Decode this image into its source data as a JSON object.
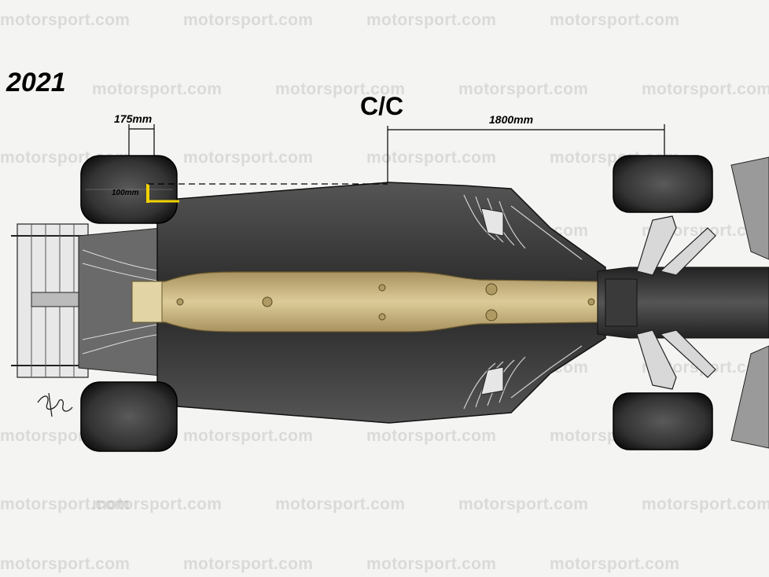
{
  "diagram": {
    "year_label": "2021",
    "centerline_label": "C/C",
    "tyre_width_label": "175mm",
    "wheelbase_dimension_label": "1800mm",
    "floor_cut_label": "100mm"
  },
  "watermark": {
    "text": "motorsport.com"
  },
  "colors": {
    "floor": "#383838",
    "plank": "#c9b682",
    "tyre": "#2e2e2e",
    "highlight": "#f2d200",
    "background": "#f4f4f2"
  }
}
